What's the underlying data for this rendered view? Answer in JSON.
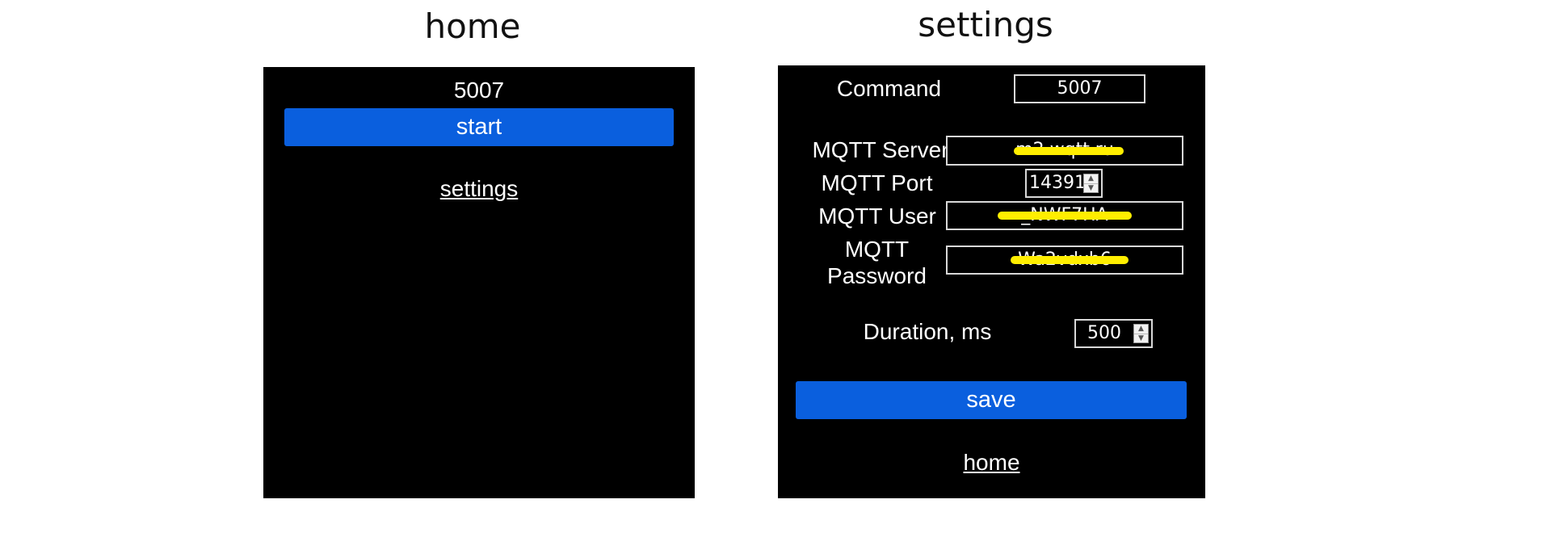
{
  "captions": {
    "home": "home",
    "settings": "settings"
  },
  "home": {
    "command_value": "5007",
    "start_label": "start",
    "settings_link": "settings"
  },
  "settings": {
    "command_label": "Command",
    "command_value": "5007",
    "mqtt_server_label": "MQTT Server",
    "mqtt_server_value": "m2.wqtt.ru",
    "mqtt_port_label": "MQTT Port",
    "mqtt_port_value": "14391",
    "mqtt_user_label": "MQTT User",
    "mqtt_user_value": "_NWF7HA",
    "mqtt_password_label_1": "MQTT",
    "mqtt_password_label_2": "Password",
    "mqtt_password_value": "Wa2vdxb6",
    "duration_label": "Duration, ms",
    "duration_value": "500",
    "save_label": "save",
    "home_link": "home",
    "redaction_color": "#ffee00"
  },
  "colors": {
    "panel_bg": "#000000",
    "button_blue": "#0a5fde",
    "text": "#ffffff"
  },
  "icons": {
    "spinner_up": "▲",
    "spinner_down": "▼"
  }
}
